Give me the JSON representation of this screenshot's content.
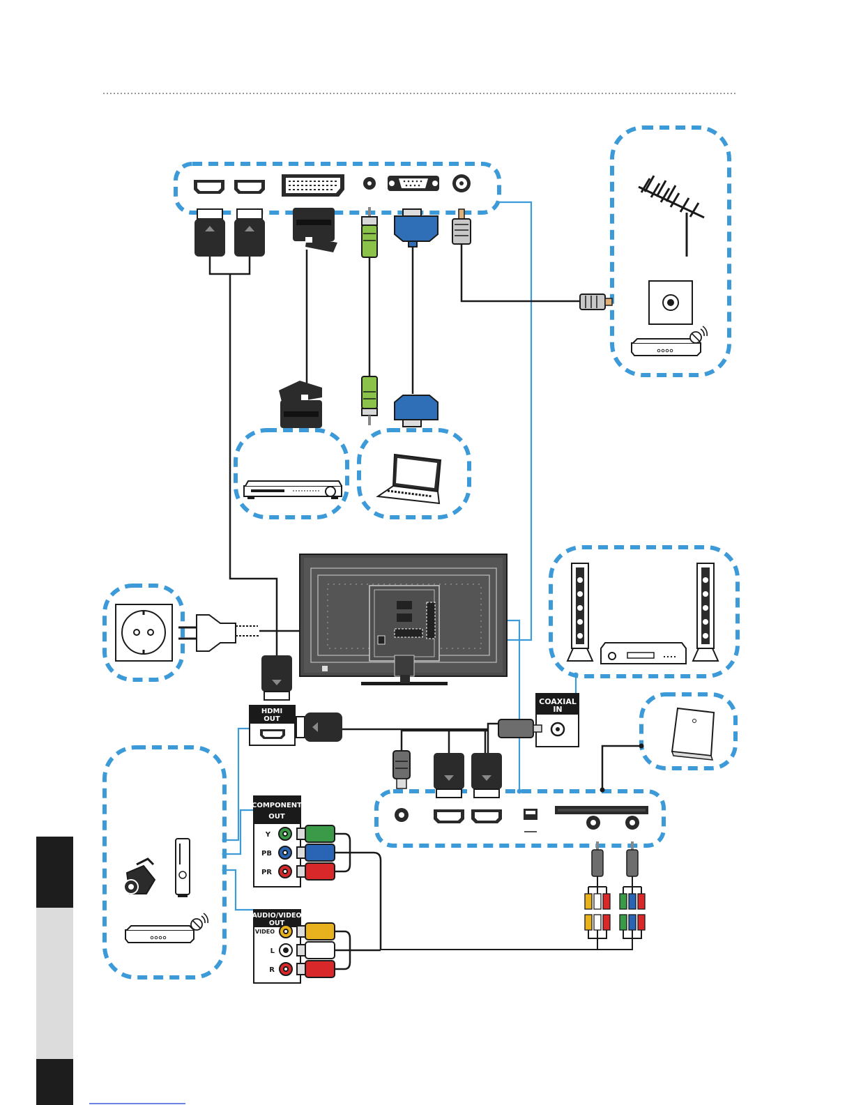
{
  "colors": {
    "accent_blue": "#3d9ad8",
    "cable_black": "#1a1a1a",
    "green": "#3a9a48",
    "blue": "#2a64b4",
    "red": "#d9282a",
    "yellow": "#e8b21e",
    "white_plug": "#f4f4f4",
    "grey_plug": "#6d6d6d",
    "vga_blue": "#2e6fb8",
    "sidebar_dark": "#1d1d1d",
    "sidebar_light": "#dcdcdc"
  },
  "labels": {
    "hdmi_out_line1": "HDMI",
    "hdmi_out_line2": "OUT",
    "component_line1": "COMPONENT",
    "component_line2": "OUT",
    "comp_y": "Y",
    "comp_pb": "PB",
    "comp_pr": "PR",
    "av_line1": "AUDIO/VIDEO",
    "av_line2": "OUT",
    "av_video": "VIDEO",
    "av_l": "L",
    "av_r": "R",
    "coax_line1": "COAXIAL",
    "coax_line2": "IN"
  },
  "icons": [
    "hdmi-port-icon",
    "scart-port-icon",
    "audio-jack-icon",
    "vga-port-icon",
    "rf-port-icon",
    "antenna-icon",
    "wall-socket-icon",
    "satellite-box-icon",
    "dvd-player-icon",
    "laptop-icon",
    "power-plug-icon",
    "speaker-icon",
    "av-receiver-icon",
    "camcorder-icon",
    "game-console-icon",
    "ci-card-icon",
    "usb-port-icon",
    "tv-back-icon"
  ]
}
